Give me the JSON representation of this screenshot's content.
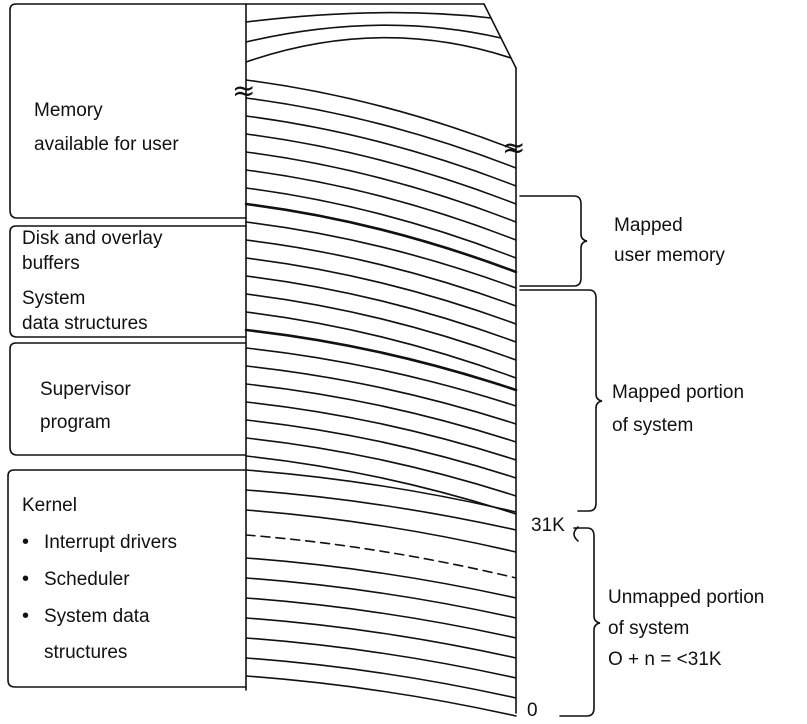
{
  "left_labels": {
    "user_memory": [
      "Memory",
      "available for user"
    ],
    "disk_buffers": [
      "Disk and overlay",
      "buffers"
    ],
    "system_data": [
      "System",
      "data structures"
    ],
    "supervisor": [
      "Supervisor",
      "program"
    ],
    "kernel": {
      "title": "Kernel",
      "bullets": [
        "Interrupt drivers",
        "Scheduler",
        "System data",
        "structures"
      ]
    }
  },
  "right_labels": {
    "mapped_user": [
      "Mapped",
      "user memory"
    ],
    "mapped_system": [
      "Mapped portion",
      "of system"
    ],
    "unmapped_system": [
      "Unmapped portion",
      "of system",
      "O + n = <31K"
    ]
  },
  "markers": {
    "k31": "31K",
    "zero": "0",
    "break": "≈"
  }
}
